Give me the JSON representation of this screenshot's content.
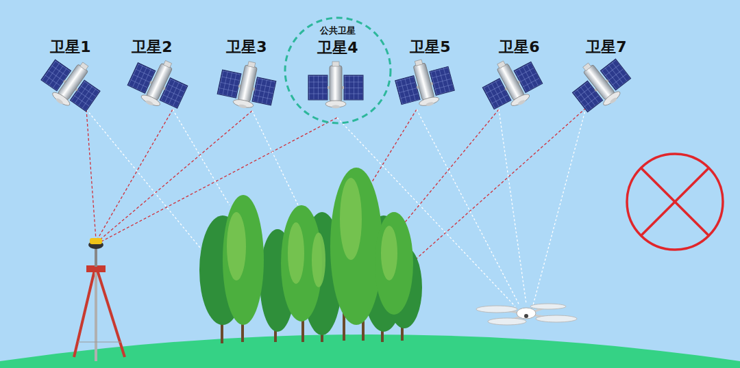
{
  "diagram": {
    "nodes": [
      {
        "text": [
          "公共卫星",
          "卫星4"
        ]
      }
    ],
    "labels": [
      "卫星1",
      "卫星2",
      "卫星3",
      "卫星5",
      "卫星6",
      "卫星7"
    ]
  }
}
